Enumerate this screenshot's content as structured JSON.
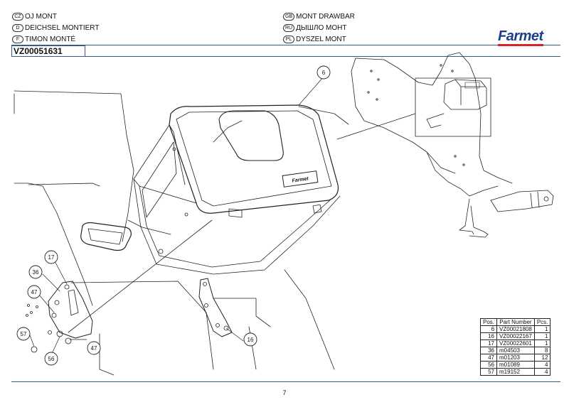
{
  "header": {
    "left": [
      {
        "badge": "CZ",
        "text": "OJ MONT"
      },
      {
        "badge": "D",
        "text": "DEICHSEL MONTIERT"
      },
      {
        "badge": "F",
        "text": "TIMON MONTÉ"
      }
    ],
    "right": [
      {
        "badge": "GB",
        "text": "MONT DRAWBAR"
      },
      {
        "badge": "RU",
        "text": "ДЫШЛО МОНТ"
      },
      {
        "badge": "PL",
        "text": "DYSZEL MONT"
      }
    ],
    "doc_code": "VZ00051631",
    "logo": "Farmet"
  },
  "box_label": "Farmet",
  "callouts": [
    "6",
    "17",
    "36",
    "47",
    "57",
    "56",
    "47",
    "16"
  ],
  "parts_table": {
    "headers": [
      "Pos.",
      "Part Number",
      "Pcs."
    ],
    "rows": [
      [
        "6",
        "VZ00021808",
        "1"
      ],
      [
        "16",
        "VZ00022167",
        "1"
      ],
      [
        "17",
        "VZ00022601",
        "1"
      ],
      [
        "36",
        "m04503",
        "8"
      ],
      [
        "47",
        "m01203",
        "12"
      ],
      [
        "56",
        "m01089",
        "4"
      ],
      [
        "57",
        "m19152",
        "4"
      ]
    ]
  },
  "page_number": "7"
}
